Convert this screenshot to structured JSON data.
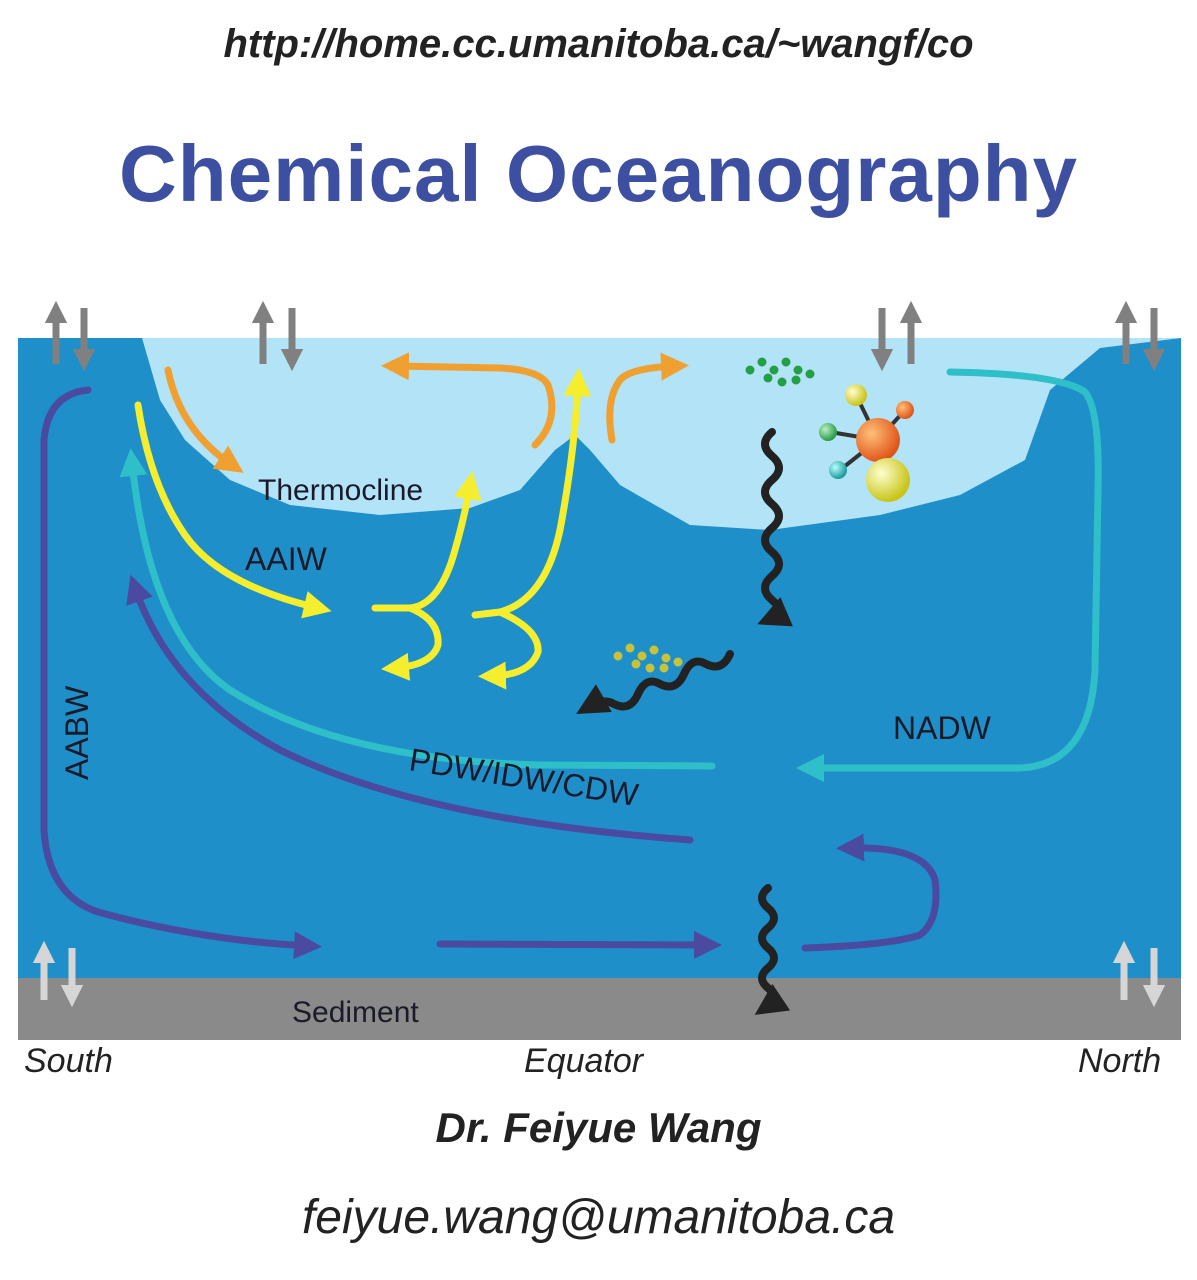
{
  "header": {
    "url": "http://home.cc.umanitoba.ca/~wangf/co",
    "title": "Chemical Oceanography"
  },
  "diagram": {
    "labels": {
      "thermocline": "Thermocline",
      "aaiw": "AAIW",
      "aabw": "AABW",
      "pdw": "PDW/IDW/CDW",
      "nadw": "NADW",
      "sediment": "Sediment"
    },
    "axis": {
      "south": "South",
      "equator": "Equator",
      "north": "North"
    },
    "colors": {
      "deep_ocean": "#1f8fc9",
      "upper_ocean": "#b3e3f7",
      "sediment": "#8a8a8a",
      "orange_flow": "#f0a030",
      "yellow_flow": "#f5ee2e",
      "teal_flow": "#2fbfc8",
      "purple_flow": "#4a4aa0"
    },
    "icons": [
      "exchange-arrows-icon",
      "particles-icon",
      "molecule-icon",
      "wavy-sinking-arrow-icon"
    ]
  },
  "footer": {
    "author": "Dr. Feiyue Wang",
    "email": "feiyue.wang@umanitoba.ca"
  }
}
